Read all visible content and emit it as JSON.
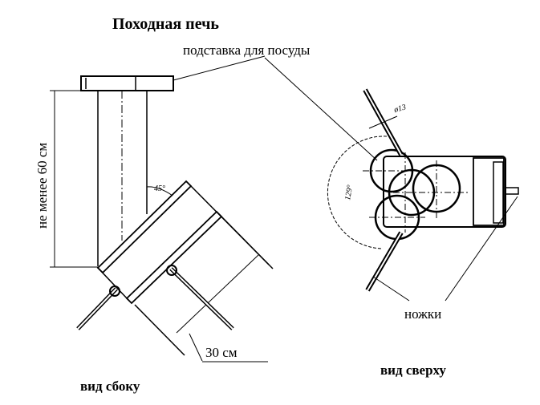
{
  "title": "Походная печь",
  "labels": {
    "pot_stand": "подставка для посуды",
    "min_height": "не менее 60 см",
    "angle": "45°",
    "length": "30 см",
    "side_view": "вид сбоку",
    "legs": "ножки",
    "top_view": "вид сверху",
    "leg_diameter": "ø13",
    "leg_angle": "129°"
  }
}
